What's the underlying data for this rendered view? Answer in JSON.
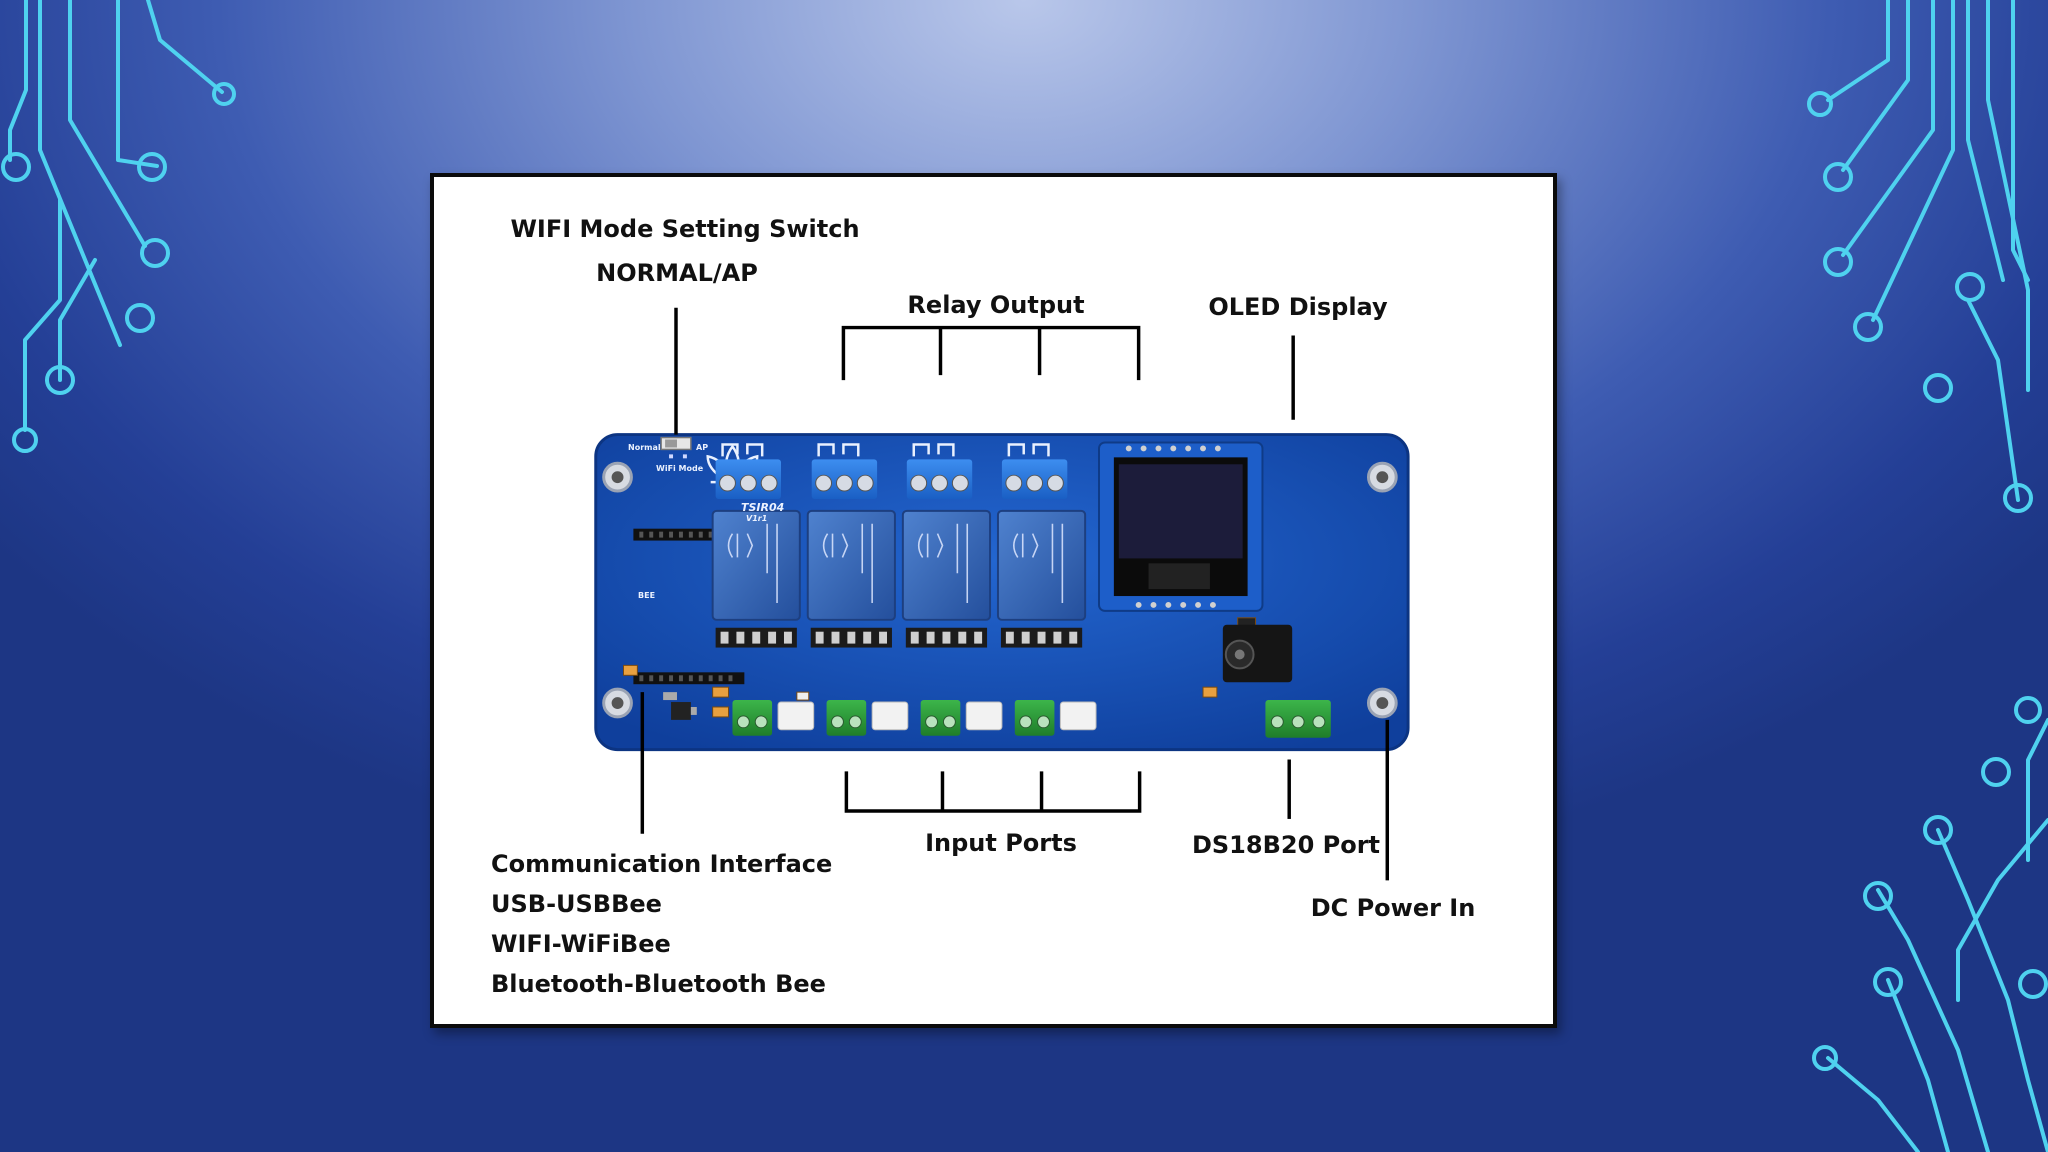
{
  "diagram": {
    "labels": {
      "wifi_mode_title": "WIFI Mode Setting Switch",
      "wifi_mode_values": "NORMAL/AP",
      "relay_output": "Relay Output",
      "oled_display": "OLED Display",
      "input_ports": "Input Ports",
      "ds18b20_port": "DS18B20 Port",
      "dc_power_in": "DC Power In",
      "communication_interface": [
        "Communication Interface",
        "USB-USBBee",
        "WIFI-WiFiBee",
        "Bluetooth-Bluetooth Bee"
      ]
    },
    "board_silkscreen": {
      "model": "TSIR04",
      "version": "V1r1",
      "switch_left": "Normal",
      "switch_right": "AP",
      "switch_caption": "WiFi Mode",
      "bee_label": "BEE"
    },
    "colors": {
      "board": "#1650b8",
      "terminal_blue": "#2a7be0",
      "terminal_green": "#2f9e3a",
      "relay_body": "#2d5fb4",
      "leader_line": "#000000"
    }
  }
}
